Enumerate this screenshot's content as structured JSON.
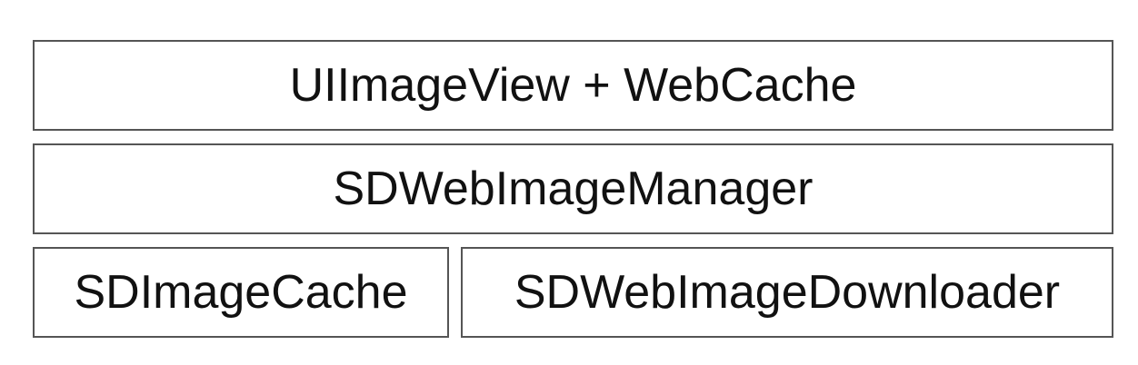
{
  "diagram": {
    "layers": {
      "top": {
        "label": "UIImageView + WebCache"
      },
      "middle": {
        "label": "SDWebImageManager"
      },
      "bottom_left": {
        "label": "SDImageCache"
      },
      "bottom_right": {
        "label": "SDWebImageDownloader"
      }
    },
    "colors": {
      "border": "#555555",
      "text": "#111111",
      "background": "#ffffff"
    }
  }
}
